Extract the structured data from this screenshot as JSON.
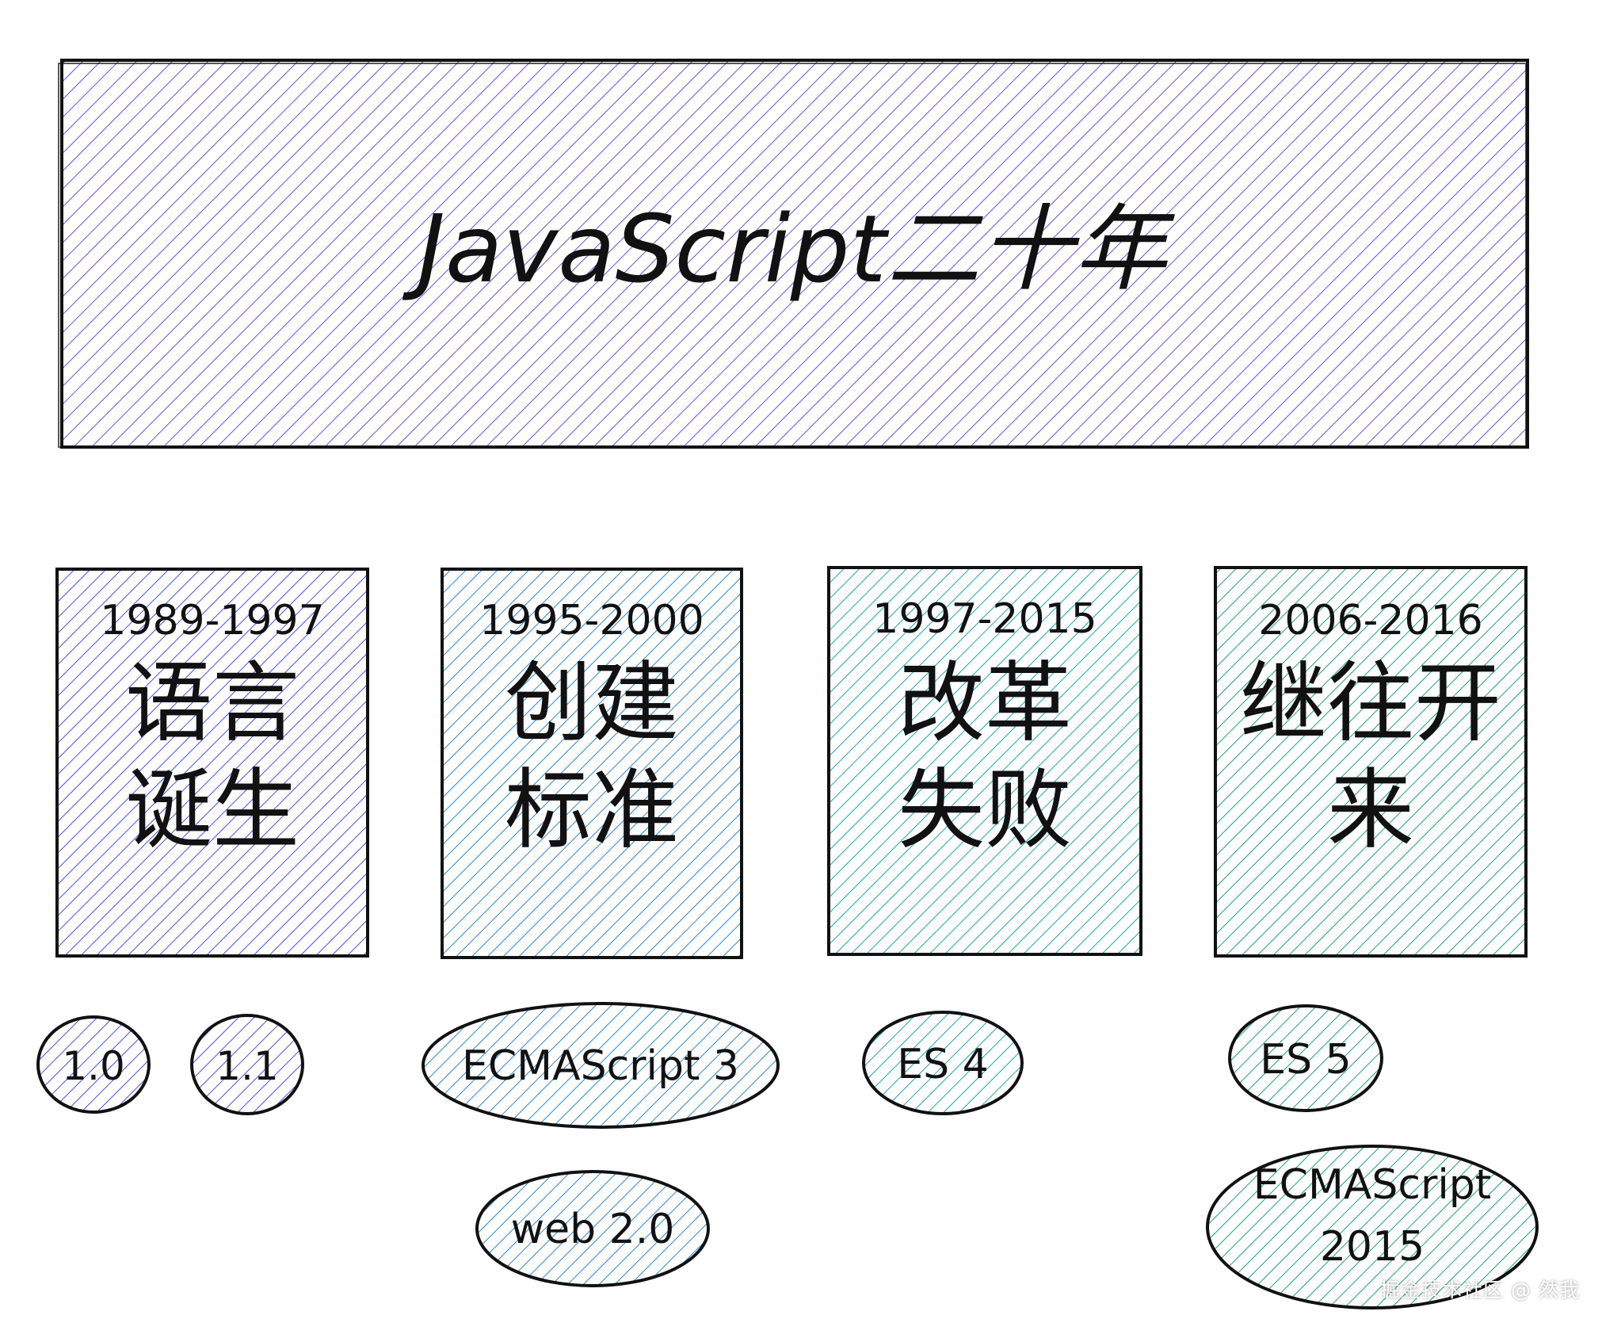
{
  "title": "JavaScript二十年",
  "colors": {
    "title_hatch": "#6f4fd8",
    "stroke": "#111111"
  },
  "periods": [
    {
      "years": "1989-1997",
      "line1": "语言",
      "line2": "诞生",
      "hatch": "#4455d6",
      "tags": [
        "1.0",
        "1.1"
      ]
    },
    {
      "years": "1995-2000",
      "line1": "创建",
      "line2": "标准",
      "hatch": "#2f86c9",
      "tags": [
        "ECMAScript 3",
        "web 2.0"
      ]
    },
    {
      "years": "1997-2015",
      "line1": "改革",
      "line2": "失败",
      "hatch": "#1fa5a6",
      "tags": [
        "ES 4"
      ]
    },
    {
      "years": "2006-2016",
      "line1": "继往开",
      "line2": "来",
      "hatch": "#21a073",
      "tags": [
        "ES 5",
        "ECMAScript",
        "2015"
      ]
    }
  ],
  "watermark": "掘金技术社区 @ 然我"
}
